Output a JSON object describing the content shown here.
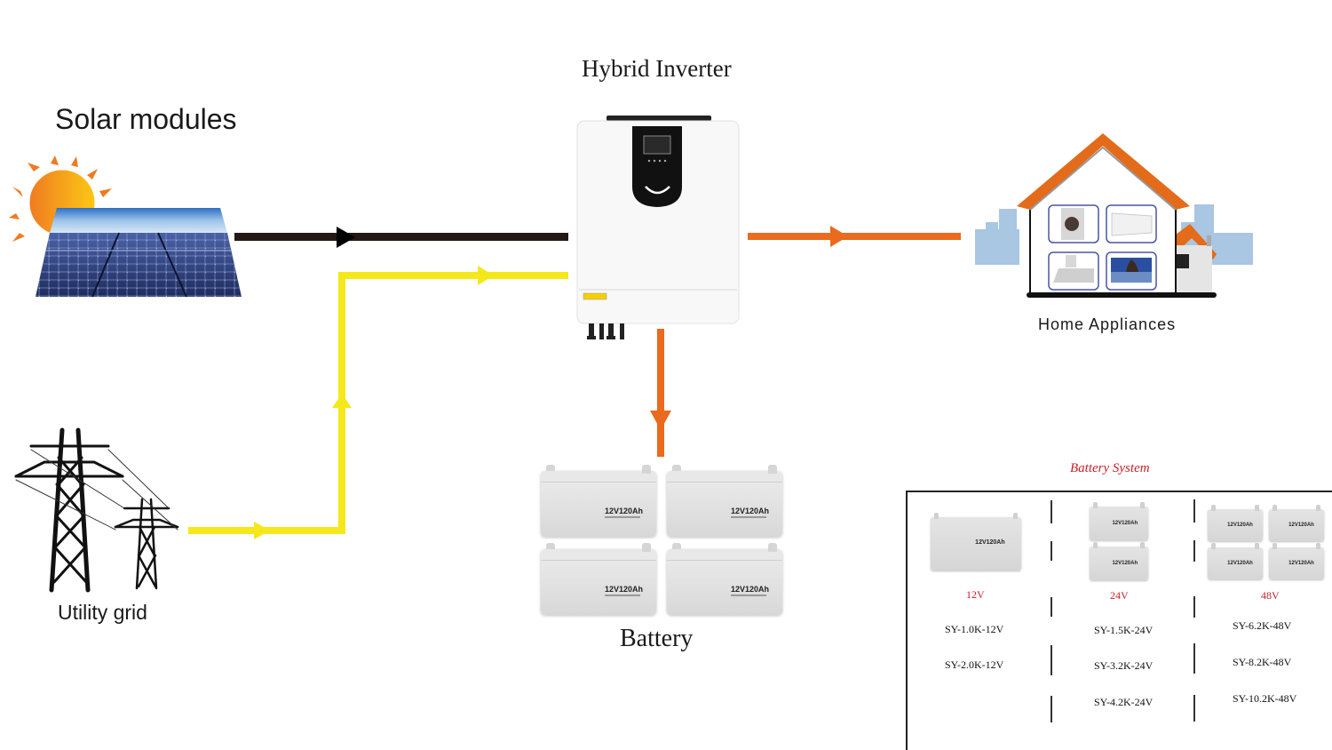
{
  "diagram": {
    "title": "Hybrid Inverter system",
    "nodes": {
      "inverter": {
        "label": "Hybrid Inverter"
      },
      "solar": {
        "label": "Solar modules"
      },
      "grid": {
        "label": "Utility grid"
      },
      "home": {
        "label": "Home Appliances",
        "appliances": [
          "washing-machine",
          "air-conditioner",
          "range-hood",
          "television"
        ]
      },
      "battery": {
        "label": "Battery",
        "unit_label": "12V120Ah",
        "count": 4
      }
    },
    "flows": [
      {
        "from": "solar",
        "to": "inverter",
        "color": "#231815"
      },
      {
        "from": "grid",
        "to": "inverter",
        "color": "#f5e81a"
      },
      {
        "from": "inverter",
        "to": "home",
        "color": "#ea6a1e"
      },
      {
        "from": "inverter",
        "to": "battery",
        "color": "#ea6a1e"
      }
    ]
  },
  "battery_system": {
    "title": "Battery System",
    "accent": "#c8202a",
    "columns": [
      {
        "voltage": "12V",
        "battery_count": 1,
        "models": [
          "SY-1.0K-12V",
          "SY-2.0K-12V"
        ]
      },
      {
        "voltage": "24V",
        "battery_count": 2,
        "models": [
          "SY-1.5K-24V",
          "SY-3.2K-24V",
          "SY-4.2K-24V"
        ]
      },
      {
        "voltage": "48V",
        "battery_count": 4,
        "models": [
          "SY-6.2K-48V",
          "SY-8.2K-48V",
          "SY-10.2K-48V"
        ]
      }
    ],
    "battery_label": "12V120Ah"
  }
}
